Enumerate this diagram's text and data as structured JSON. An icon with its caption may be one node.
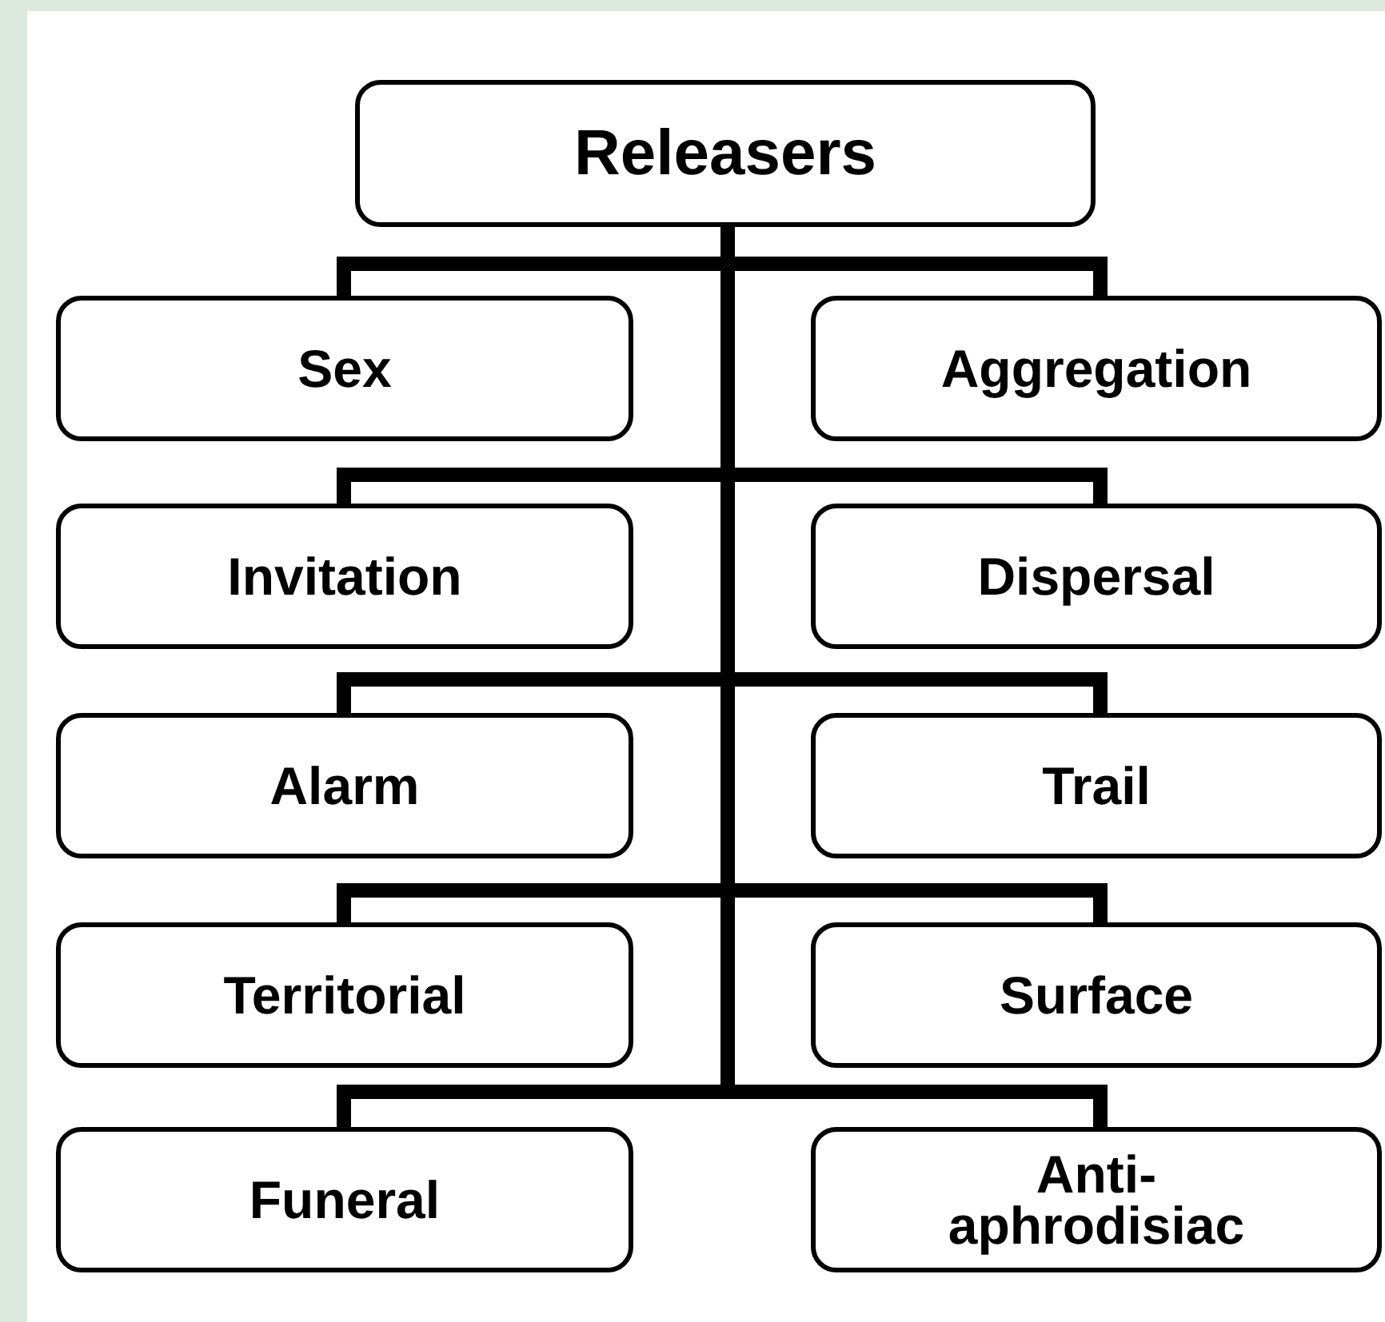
{
  "diagram": {
    "nodes": [
      {
        "text": [
          "Releasers"
        ]
      },
      {
        "text": [
          "Sex"
        ]
      },
      {
        "text": [
          "Aggregation"
        ]
      },
      {
        "text": [
          "Invitation"
        ]
      },
      {
        "text": [
          "Dispersal"
        ]
      },
      {
        "text": [
          "Alarm"
        ]
      },
      {
        "text": [
          "Trail"
        ]
      },
      {
        "text": [
          "Territorial"
        ]
      },
      {
        "text": [
          "Surface"
        ]
      },
      {
        "text": [
          "Funeral"
        ]
      },
      {
        "text": [
          "Anti- aphrodisiac"
        ]
      }
    ],
    "edges": [
      {
        "from": 0,
        "to": 1,
        "arrow": "none"
      },
      {
        "from": 0,
        "to": 2,
        "arrow": "none"
      },
      {
        "from": 0,
        "to": 3,
        "arrow": "none"
      },
      {
        "from": 0,
        "to": 4,
        "arrow": "none"
      },
      {
        "from": 0,
        "to": 5,
        "arrow": "none"
      },
      {
        "from": 0,
        "to": 6,
        "arrow": "none"
      },
      {
        "from": 0,
        "to": 7,
        "arrow": "none"
      },
      {
        "from": 0,
        "to": 8,
        "arrow": "none"
      },
      {
        "from": 0,
        "to": 9,
        "arrow": "none"
      },
      {
        "from": 0,
        "to": 10,
        "arrow": "none"
      }
    ]
  }
}
